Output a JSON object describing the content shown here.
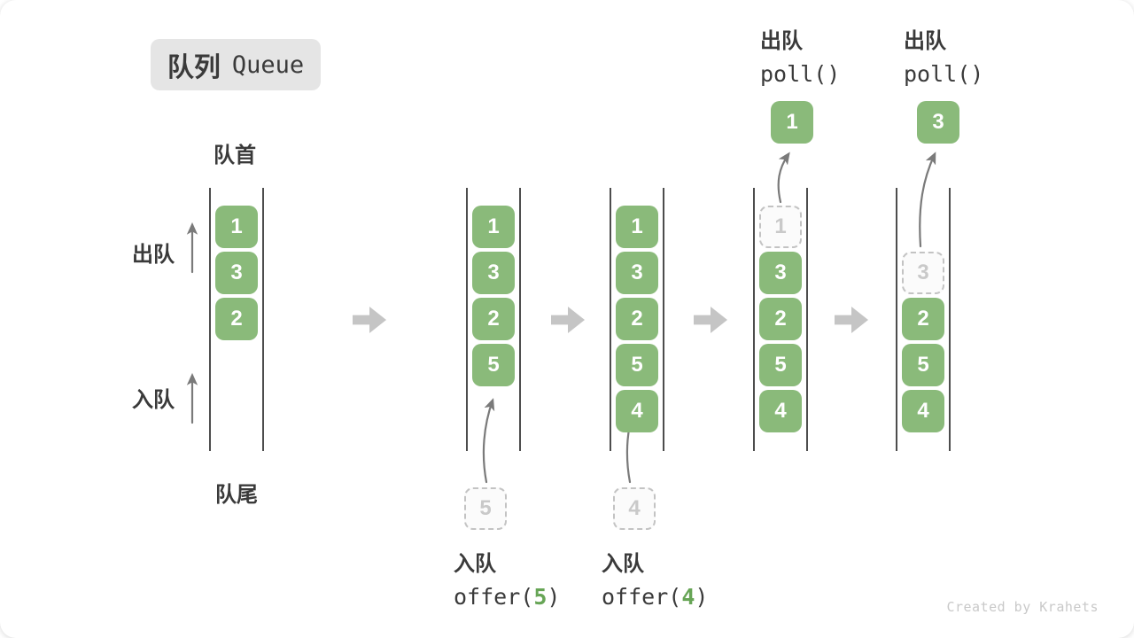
{
  "title": {
    "zh": "队列",
    "en": "Queue"
  },
  "side_labels": {
    "front": "队首",
    "rear": "队尾",
    "dequeue": "出队",
    "enqueue": "入队"
  },
  "watermark": "Created by Krahets",
  "icons": {
    "state_transition": "right-block-arrow",
    "flow_arrows": "up-arrow"
  },
  "colors": {
    "cell_green": "#8ABA7A",
    "cell_text": "#FFFFFF",
    "code_green": "#67A556",
    "text_dark": "#3A3A3A",
    "block_arrow": "#C5C5C5",
    "line_arrow": "#7A7A7A",
    "dashed_border": "#C3C3C3",
    "dashed_text": "#C9C9C9",
    "dashed_bg": "#FBFBFB",
    "title_bg": "#E5E5E5",
    "wall": "#4D4D4D",
    "watermark_gray": "#C9C9C9"
  },
  "states": [
    {
      "name": "initial",
      "cells": [
        {
          "row": 0,
          "value": "1",
          "style": "solid"
        },
        {
          "row": 1,
          "value": "3",
          "style": "solid"
        },
        {
          "row": 2,
          "value": "2",
          "style": "solid"
        }
      ]
    },
    {
      "name": "after-offer-5",
      "cells": [
        {
          "row": 0,
          "value": "1",
          "style": "solid"
        },
        {
          "row": 1,
          "value": "3",
          "style": "solid"
        },
        {
          "row": 2,
          "value": "2",
          "style": "solid"
        },
        {
          "row": 3,
          "value": "5",
          "style": "solid"
        }
      ],
      "staging": {
        "value": "5"
      },
      "op": {
        "label_zh": "入队",
        "code_before": "offer(",
        "code_arg": "5",
        "code_after": ")"
      }
    },
    {
      "name": "after-offer-4",
      "cells": [
        {
          "row": 0,
          "value": "1",
          "style": "solid"
        },
        {
          "row": 1,
          "value": "3",
          "style": "solid"
        },
        {
          "row": 2,
          "value": "2",
          "style": "solid"
        },
        {
          "row": 3,
          "value": "5",
          "style": "solid"
        },
        {
          "row": 4,
          "value": "4",
          "style": "solid"
        }
      ],
      "staging": {
        "value": "4"
      },
      "op": {
        "label_zh": "入队",
        "code_before": "offer(",
        "code_arg": "4",
        "code_after": ")"
      }
    },
    {
      "name": "after-poll-1",
      "cells": [
        {
          "row": 0,
          "value": "1",
          "style": "dashed"
        },
        {
          "row": 1,
          "value": "3",
          "style": "solid"
        },
        {
          "row": 2,
          "value": "2",
          "style": "solid"
        },
        {
          "row": 3,
          "value": "5",
          "style": "solid"
        },
        {
          "row": 4,
          "value": "4",
          "style": "solid"
        }
      ],
      "header": {
        "label_zh": "出队",
        "code": "poll()"
      },
      "popped": {
        "value": "1"
      }
    },
    {
      "name": "after-poll-3",
      "cells": [
        {
          "row": 1,
          "value": "3",
          "style": "dashed"
        },
        {
          "row": 2,
          "value": "2",
          "style": "solid"
        },
        {
          "row": 3,
          "value": "5",
          "style": "solid"
        },
        {
          "row": 4,
          "value": "4",
          "style": "solid"
        }
      ],
      "header": {
        "label_zh": "出队",
        "code": "poll()"
      },
      "popped": {
        "value": "3"
      }
    }
  ]
}
